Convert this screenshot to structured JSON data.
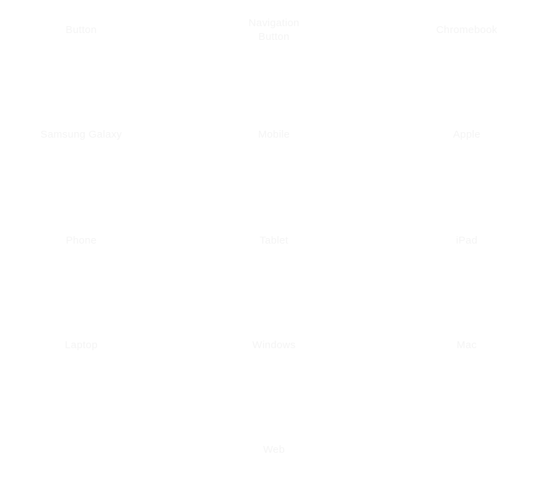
{
  "items": [
    {
      "label": "Button"
    },
    {
      "label": "Navigation\nButton"
    },
    {
      "label": "Chromebook"
    },
    {
      "label": "Samsung Galaxy"
    },
    {
      "label": "Mobile"
    },
    {
      "label": "Apple"
    },
    {
      "label": "Phone"
    },
    {
      "label": "Tablet"
    },
    {
      "label": "iPad"
    },
    {
      "label": "Laptop"
    },
    {
      "label": "Windows"
    },
    {
      "label": "Mac"
    },
    {
      "label": "Web"
    }
  ],
  "colors": {
    "background": "#ffffff",
    "text": "#f4f4f4"
  }
}
